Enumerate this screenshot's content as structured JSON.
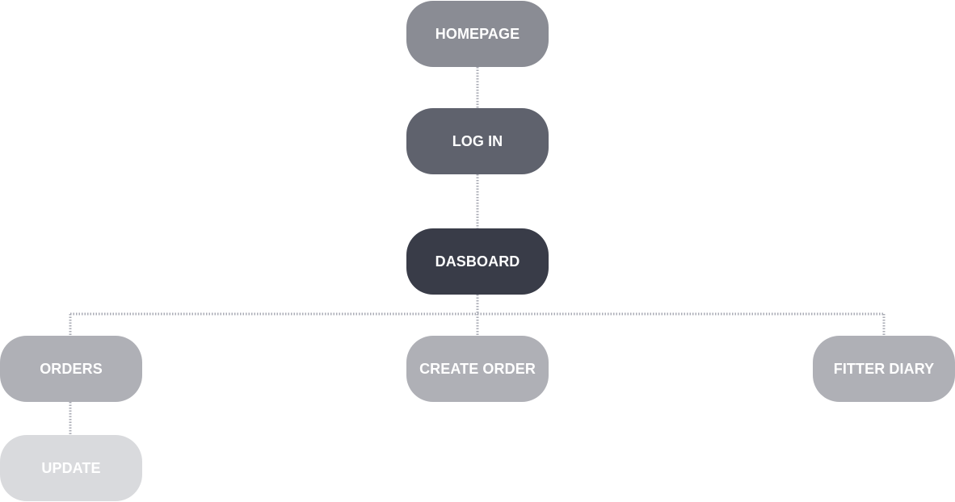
{
  "nodes": {
    "homepage": {
      "label": "HOMEPAGE",
      "color": "#8a8c94"
    },
    "login": {
      "label": "LOG IN",
      "color": "#5f626d"
    },
    "dashboard": {
      "label": "DASBOARD",
      "color": "#393c48"
    },
    "orders": {
      "label": "ORDERS",
      "color": "#afb0b6"
    },
    "create_order": {
      "label": "CREATE ORDER",
      "color": "#afb0b6"
    },
    "fitter_diary": {
      "label": "FITTER DIARY",
      "color": "#afb0b6"
    },
    "update": {
      "label": "UPDATE",
      "color": "#d9dadd"
    }
  },
  "connector_color": "#a9abb4",
  "edges": [
    [
      "homepage",
      "login"
    ],
    [
      "login",
      "dashboard"
    ],
    [
      "dashboard",
      "orders"
    ],
    [
      "dashboard",
      "create_order"
    ],
    [
      "dashboard",
      "fitter_diary"
    ],
    [
      "orders",
      "update"
    ]
  ]
}
